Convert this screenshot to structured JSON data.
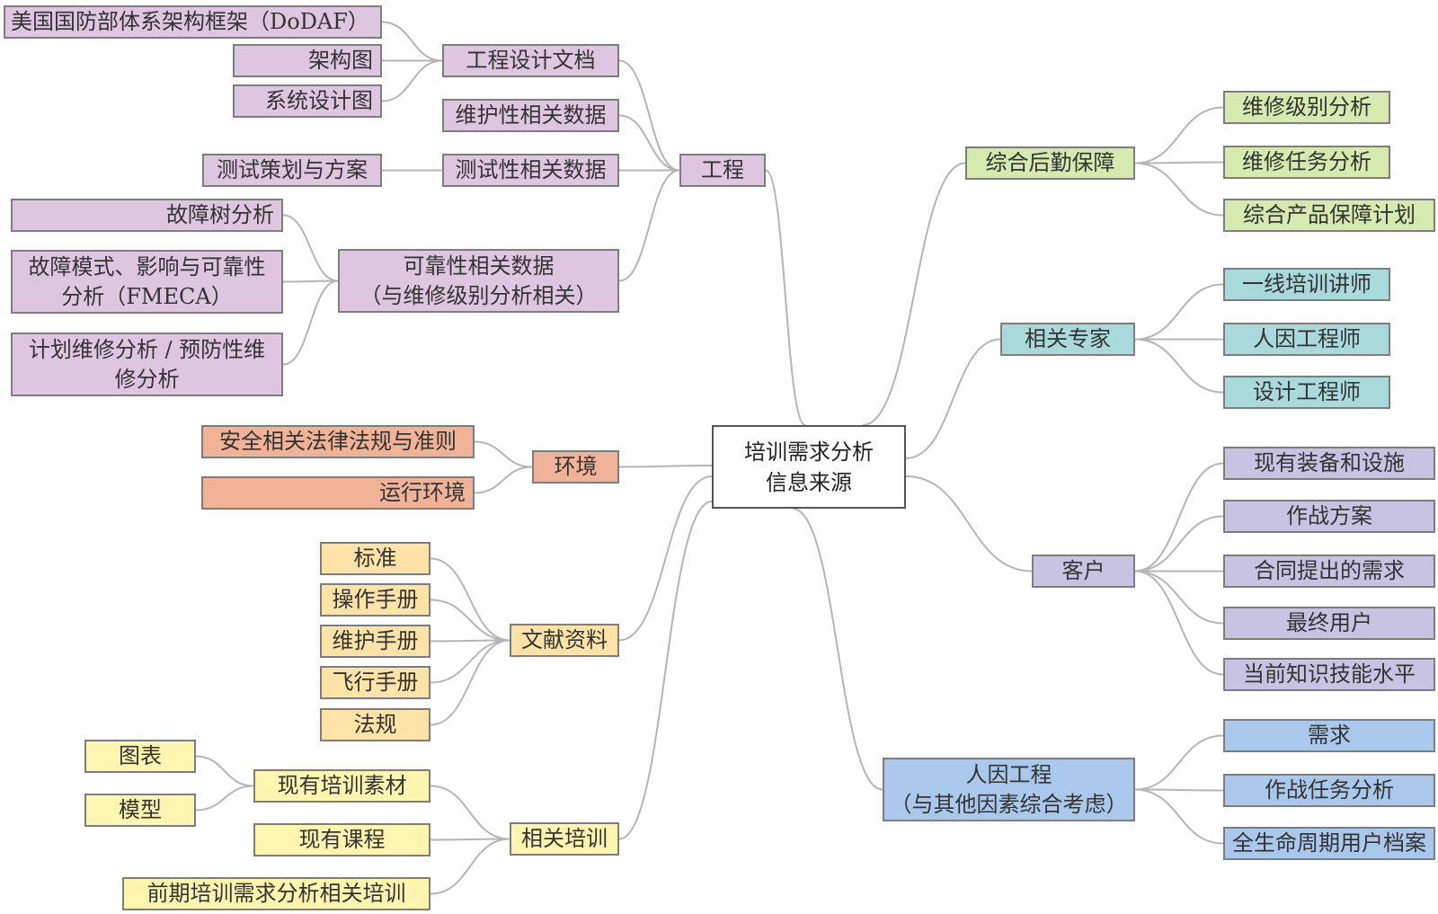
{
  "colors": {
    "engineering": "#dfc6e0",
    "environment": "#f0b397",
    "literature": "#fde3a7",
    "training": "#fdf5b0",
    "logistics": "#d6eab0",
    "experts": "#aad9dc",
    "customer": "#c8c3e3",
    "human_factors": "#aac8ec",
    "line": "#b5b5b5"
  },
  "central": {
    "label": "培训需求分析\n信息来源"
  },
  "engineering": {
    "label": "工程",
    "design_docs": {
      "label": "工程设计文档",
      "children": [
        "美国国防部体系架构框架（DoDAF）",
        "架构图",
        "系统设计图"
      ]
    },
    "maintainability": {
      "label": "维护性相关数据"
    },
    "testability": {
      "label": "测试性相关数据",
      "children": [
        "测试策划与方案"
      ]
    },
    "reliability": {
      "label": "可靠性相关数据\n（与维修级别分析相关）",
      "children": [
        "故障树分析",
        "故障模式、影响与可靠性\n分析（FMECA）",
        "计划维修分析 / 预防性维\n修分析"
      ]
    }
  },
  "environment": {
    "label": "环境",
    "children": [
      "安全相关法律法规与准则",
      "运行环境"
    ]
  },
  "literature": {
    "label": "文献资料",
    "children": [
      "标准",
      "操作手册",
      "维护手册",
      "飞行手册",
      "法规"
    ]
  },
  "training": {
    "label": "相关培训",
    "existing_materials": {
      "label": "现有培训素材",
      "children": [
        "图表",
        "模型"
      ]
    },
    "existing_courses": {
      "label": "现有课程"
    },
    "prior_tna": {
      "label": "前期培训需求分析相关培训"
    }
  },
  "logistics": {
    "label": "综合后勤保障",
    "children": [
      "维修级别分析",
      "维修任务分析",
      "综合产品保障计划"
    ]
  },
  "experts": {
    "label": "相关专家",
    "children": [
      "一线培训讲师",
      "人因工程师",
      "设计工程师"
    ]
  },
  "customer": {
    "label": "客户",
    "children": [
      "现有装备和设施",
      "作战方案",
      "合同提出的需求",
      "最终用户",
      "当前知识技能水平"
    ]
  },
  "human_factors": {
    "label": "人因工程\n（与其他因素综合考虑）",
    "children": [
      "需求",
      "作战任务分析",
      "全生命周期用户档案"
    ]
  }
}
